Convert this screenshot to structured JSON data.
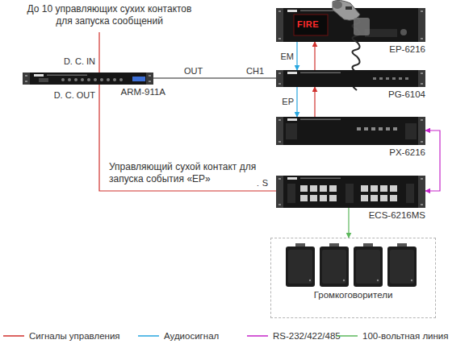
{
  "diagram": {
    "nodes": [
      {
        "text": [
          "EP-6216"
        ]
      },
      {
        "text": [
          "ARM-911A"
        ]
      },
      {
        "text": [
          "PG-6104"
        ]
      },
      {
        "text": [
          "PX-6216"
        ]
      },
      {
        "text": [
          "ECS-6216MS"
        ]
      },
      {
        "text": [
          "Громкоговорители"
        ]
      }
    ],
    "edges": [
      {
        "from": 1,
        "to": 2,
        "arrow": "none"
      },
      {
        "from": 1,
        "to": 4,
        "arrow": "none",
        "label": "Управляющий сухой контакт для запуска события «EP»"
      },
      {
        "from": 0,
        "to": 2,
        "arrow": "to"
      },
      {
        "from": 2,
        "to": 0,
        "arrow": "to"
      },
      {
        "from": 2,
        "to": 3,
        "arrow": "to"
      },
      {
        "from": 3,
        "to": 2,
        "arrow": "to"
      },
      {
        "from": 3,
        "to": 4,
        "arrow": "both"
      },
      {
        "from": 4,
        "to": 5,
        "arrow": "to"
      }
    ],
    "labels": [
      "До 10 управляющих сухих контактов для запуска сообщений",
      "D. C. IN",
      "D. C. OUT",
      "OUT",
      "CH1",
      "EM",
      "EP",
      "FS",
      "FIRE"
    ],
    "legend": [
      {
        "text": "Сигналы управления"
      },
      {
        "text": "Аудиосигнал"
      },
      {
        "text": "RS-232/422/485"
      },
      {
        "text": "100-вольтная линия"
      }
    ]
  }
}
